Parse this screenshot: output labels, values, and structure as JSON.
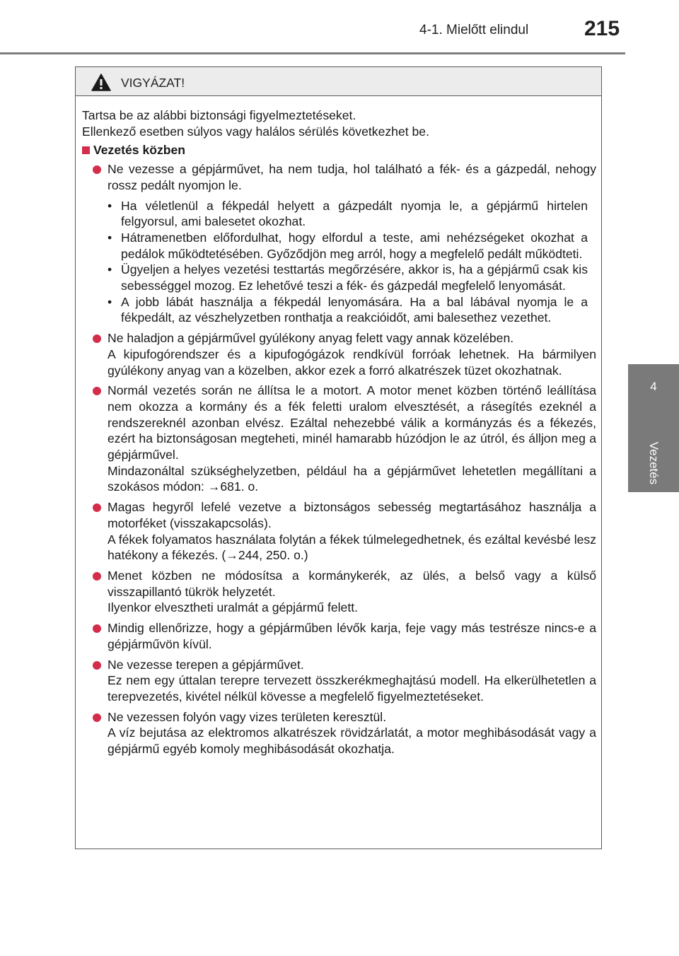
{
  "header": {
    "section_title": "4-1. Mielőtt elindul",
    "page_number": "215"
  },
  "side_tab": {
    "chapter_number": "4",
    "chapter_label": "Vezetés"
  },
  "warning": {
    "title": "VIGYÁZAT!",
    "intro": [
      "Tartsa be az alábbi biztonsági figyelmeztetéseket.",
      "Ellenkező esetben súlyos vagy halálos sérülés következhet be."
    ],
    "section_heading": "Vezetés közben",
    "items": [
      {
        "paragraphs": [
          "Ne vezesse a gépjárművet, ha nem tudja, hol található a fék- és a gázpedál, nehogy rossz pedált nyomjon le."
        ],
        "subitems": [
          "Ha véletlenül a fékpedál helyett a gázpedált nyomja le, a gépjármű hirtelen felgyorsul, ami balesetet okozhat.",
          "Hátramenetben előfordulhat, hogy elfordul a teste, ami nehézségeket okozhat a pedálok működtetésében. Győződjön meg arról, hogy a megfelelő pedált működteti.",
          "Ügyeljen a helyes vezetési testtartás megőrzésére, akkor is, ha a gépjármű csak kis sebességgel mozog. Ez lehetővé teszi a fék- és gázpedál megfelelő lenyomását.",
          "A jobb lábát használja a fékpedál lenyomására. Ha a bal lábával nyomja le a fékpedált, az vészhelyzetben ronthatja a reakcióidőt, ami balesethez vezethet."
        ]
      },
      {
        "paragraphs": [
          "Ne haladjon a gépjárművel gyúlékony anyag felett vagy annak közelében.",
          "A kipufogórendszer és a kipufogógázok rendkívül forróak lehetnek. Ha bármilyen gyúlékony anyag van a közelben, akkor ezek a forró alkatrészek tüzet okozhatnak."
        ]
      },
      {
        "paragraphs": [
          "Normál vezetés során ne állítsa le a motort. A motor menet közben történő leállítása nem okozza a kormány és a fék feletti uralom elvesztését, a rásegítés ezeknél a rendszereknél azonban elvész. Ezáltal nehezebbé válik a kormányzás és a fékezés, ezért ha biztonságosan megteheti, minél hamarabb húzódjon le az útról, és álljon meg a gépjárművel.",
          "Mindazonáltal szükséghelyzetben, például ha a gépjárművet lehetetlen megállítani a szokásos módon: →681. o."
        ]
      },
      {
        "paragraphs": [
          "Magas hegyről lefelé vezetve a biztonságos sebesség megtartásához használja a motorféket (visszakapcsolás).",
          "A fékek folyamatos használata folytán a fékek túlmelegedhetnek, és ezáltal kevésbé lesz hatékony a fékezés. (→244, 250. o.)"
        ]
      },
      {
        "paragraphs": [
          "Menet közben ne módosítsa a kormánykerék, az ülés, a belső vagy a külső visszapillantó tükrök helyzetét.",
          "Ilyenkor elvesztheti uralmát a gépjármű felett."
        ]
      },
      {
        "paragraphs": [
          "Mindig ellenőrizze, hogy a gépjárműben lévők karja, feje vagy más testrésze nincs-e a gépjárművön kívül."
        ]
      },
      {
        "paragraphs": [
          "Ne vezesse terepen a gépjárművet.",
          "Ez nem egy úttalan terepre tervezett összkerékmeghajtású modell. Ha elkerülhetetlen a terepvezetés, kivétel nélkül kövesse a megfelelő figyelmeztetéseket."
        ]
      },
      {
        "paragraphs": [
          "Ne vezessen folyón vagy vizes területen keresztül.",
          "A víz bejutása az elektromos alkatrészek rövidzárlatát, a motor meghibásodását vagy a gépjármű egyéb komoly meghibásodását okozhatja."
        ]
      }
    ]
  },
  "colors": {
    "bullet_accent": "#d32d4b",
    "tab_gray": "#7a7a7a",
    "header_fill": "#ececec"
  },
  "icons": {
    "warning": "warning-triangle-icon"
  }
}
